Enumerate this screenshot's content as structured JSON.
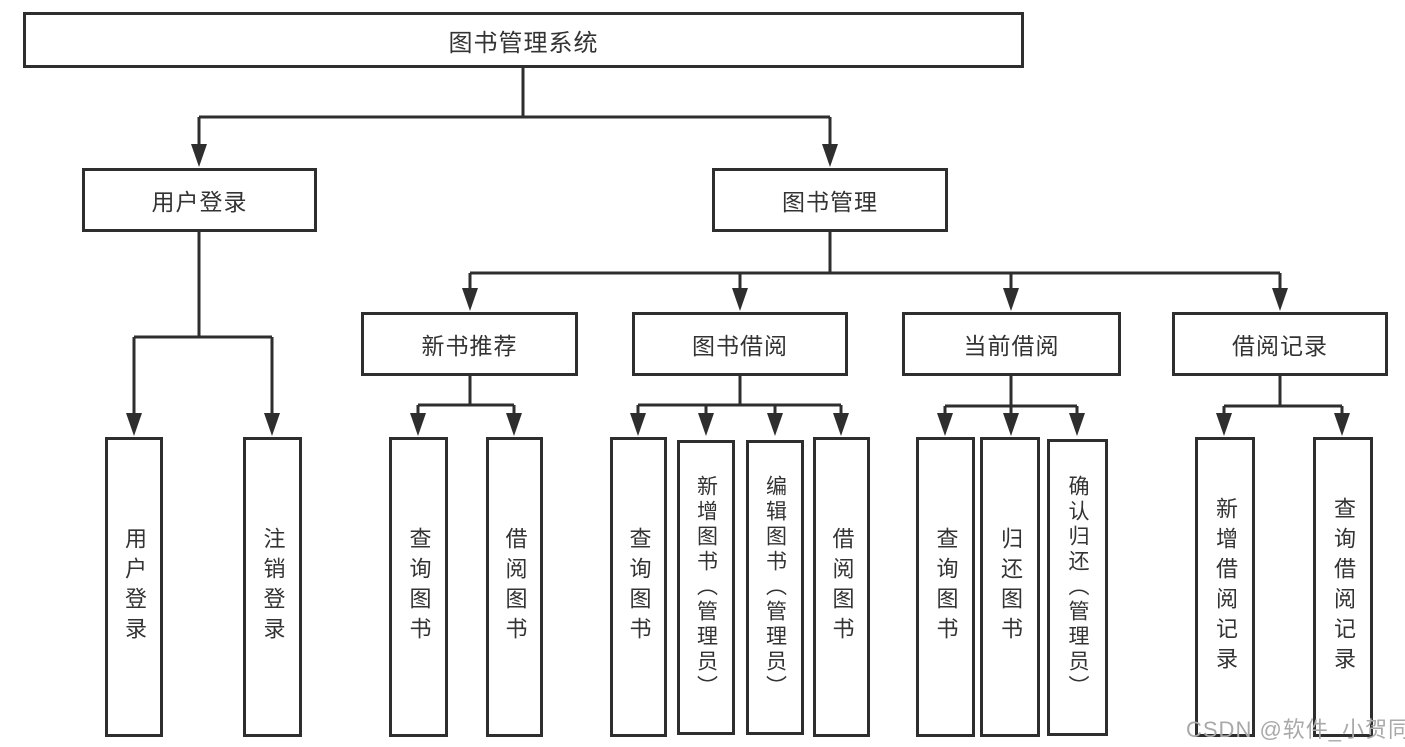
{
  "title": "图书管理系统",
  "watermark": "CSDN @软件_小贺同学",
  "colors": {
    "line": "#2e2e2e",
    "text": "#333333",
    "watermark": "#a9a9a9",
    "background": "#ffffff"
  },
  "diagram_type": "hierarchy-tree",
  "nodes": {
    "root": {
      "label": "图书管理系统",
      "children": [
        "user_login",
        "book_mgmt"
      ]
    },
    "user_login": {
      "label": "用户登录",
      "children": [
        "leaf_user_login",
        "leaf_logout"
      ]
    },
    "book_mgmt": {
      "label": "图书管理",
      "children": [
        "new_book_rec",
        "book_borrow",
        "current_borrow",
        "borrow_records"
      ]
    },
    "new_book_rec": {
      "label": "新书推荐",
      "children": [
        "leaf_query_book_1",
        "leaf_borrow_book_1"
      ]
    },
    "book_borrow": {
      "label": "图书借阅",
      "children": [
        "leaf_query_book_2",
        "leaf_add_book",
        "leaf_edit_book",
        "leaf_borrow_book_2"
      ]
    },
    "current_borrow": {
      "label": "当前借阅",
      "children": [
        "leaf_query_book_3",
        "leaf_return_book",
        "leaf_confirm_return"
      ]
    },
    "borrow_records": {
      "label": "借阅记录",
      "children": [
        "leaf_add_borrow_record",
        "leaf_query_borrow_record"
      ]
    },
    "leaf_user_login": {
      "label": "用户登录"
    },
    "leaf_logout": {
      "label": "注销登录"
    },
    "leaf_query_book_1": {
      "label": "查询图书"
    },
    "leaf_borrow_book_1": {
      "label": "借阅图书"
    },
    "leaf_query_book_2": {
      "label": "查询图书"
    },
    "leaf_add_book": {
      "label": "新增图书（管理员）"
    },
    "leaf_edit_book": {
      "label": "编辑图书（管理员）"
    },
    "leaf_borrow_book_2": {
      "label": "借阅图书"
    },
    "leaf_query_book_3": {
      "label": "查询图书"
    },
    "leaf_return_book": {
      "label": "归还图书"
    },
    "leaf_confirm_return": {
      "label": "确认归还（管理员）"
    },
    "leaf_add_borrow_record": {
      "label": "新增借阅记录"
    },
    "leaf_query_borrow_record": {
      "label": "查询借阅记录"
    }
  }
}
